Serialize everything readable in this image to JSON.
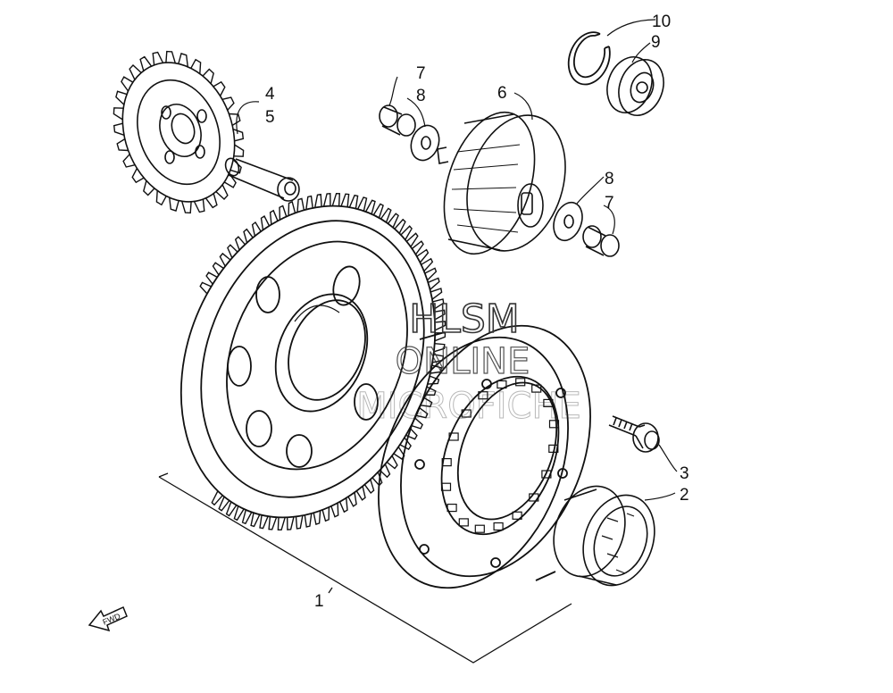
{
  "watermark": {
    "line1": "HLSM",
    "line2": "ONLINE",
    "line3": "MICROFICHE"
  },
  "direction_label": "FWD",
  "callouts": {
    "c1": "1",
    "c2": "2",
    "c3": "3",
    "c4": "4",
    "c5": "5",
    "c6": "6",
    "c7a": "7",
    "c8a": "8",
    "c7b": "7",
    "c8b": "8",
    "c9": "9",
    "c10": "10"
  },
  "colors": {
    "ink": "#111111",
    "paper": "#ffffff",
    "watermark": "#333333"
  }
}
